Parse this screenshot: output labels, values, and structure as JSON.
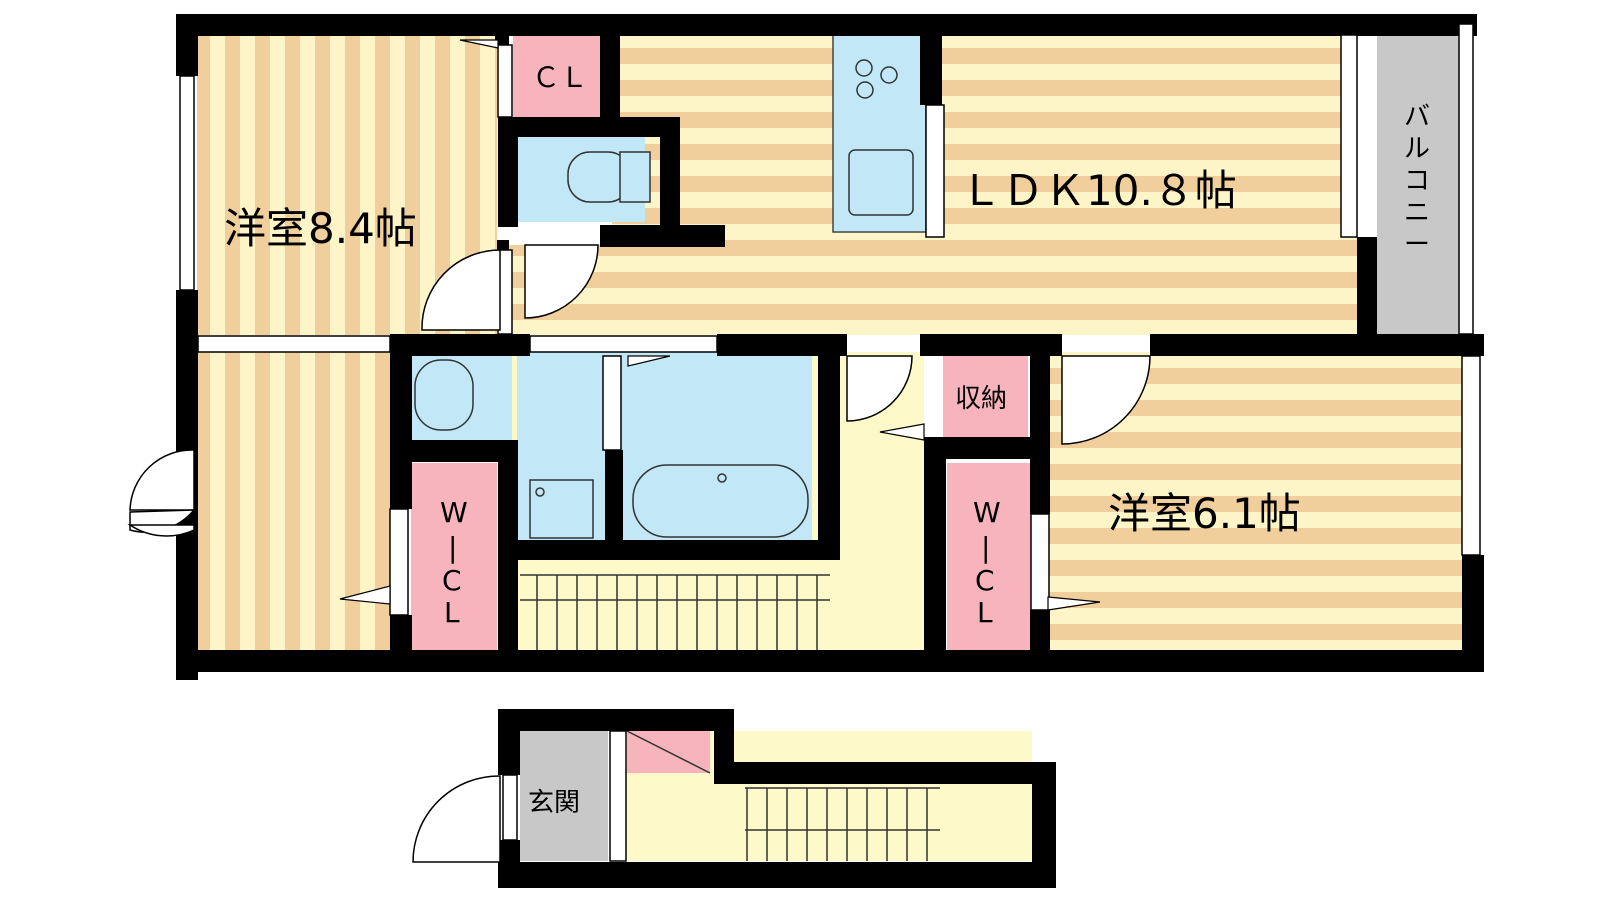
{
  "rooms": {
    "western1": "洋室8.4帖",
    "ldk": "ＬＤＫ10.８帖",
    "western2": "洋室6.1帖",
    "closet": "ＣＬ",
    "storage": "収納",
    "wcl1": [
      "W",
      "|",
      "C",
      "L"
    ],
    "wcl2": [
      "W",
      "|",
      "C",
      "L"
    ],
    "balcony": [
      "バ",
      "ル",
      "コ",
      "ニ",
      "ー"
    ],
    "entrance": "玄関"
  },
  "colors": {
    "wall": "#000000",
    "floor_stripe_tan": "#f0cf9d",
    "floor_stripe_cream": "#fdf4c8",
    "wet_area_blue": "#c2e8f8",
    "closet_pink": "#f8b4bc",
    "balcony_gray": "#c8c8c8",
    "hall_yellow": "#fdf9c8"
  }
}
